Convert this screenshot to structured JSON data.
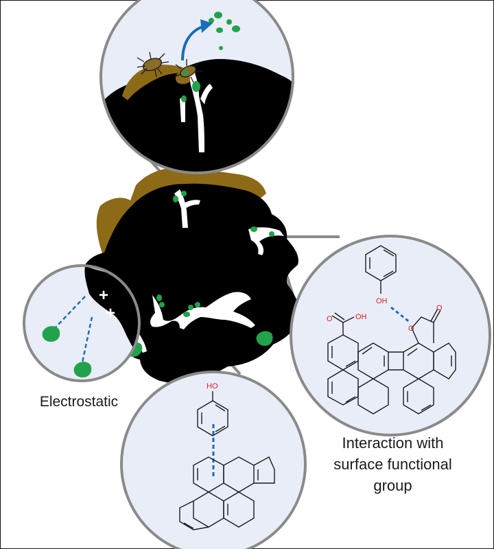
{
  "labels": {
    "electrostatic": "Electrostatic",
    "interaction_line1": "Interaction with",
    "interaction_line2": "surface functional",
    "interaction_line3": "group"
  },
  "chem": {
    "oh_phenol_top": "OH",
    "oh_carboxyl": "OH",
    "o_carboxyl": "O",
    "o_lactone_ring": "O",
    "o_lactone_carbonyl": "O",
    "ho_phenol_bottom": "HO"
  },
  "charges": [
    "+",
    "+"
  ],
  "colors": {
    "particle": "#000000",
    "organic_coating": "#8c6a18",
    "pollutant": "#22a24a",
    "pore": "#ffffff",
    "zoom_fill": "#e9edf8",
    "zoom_border": "#8a8a8a",
    "arrow": "#1a6db6",
    "interaction_line": "#1a6db6",
    "heteroatom": "#d21f1f"
  }
}
